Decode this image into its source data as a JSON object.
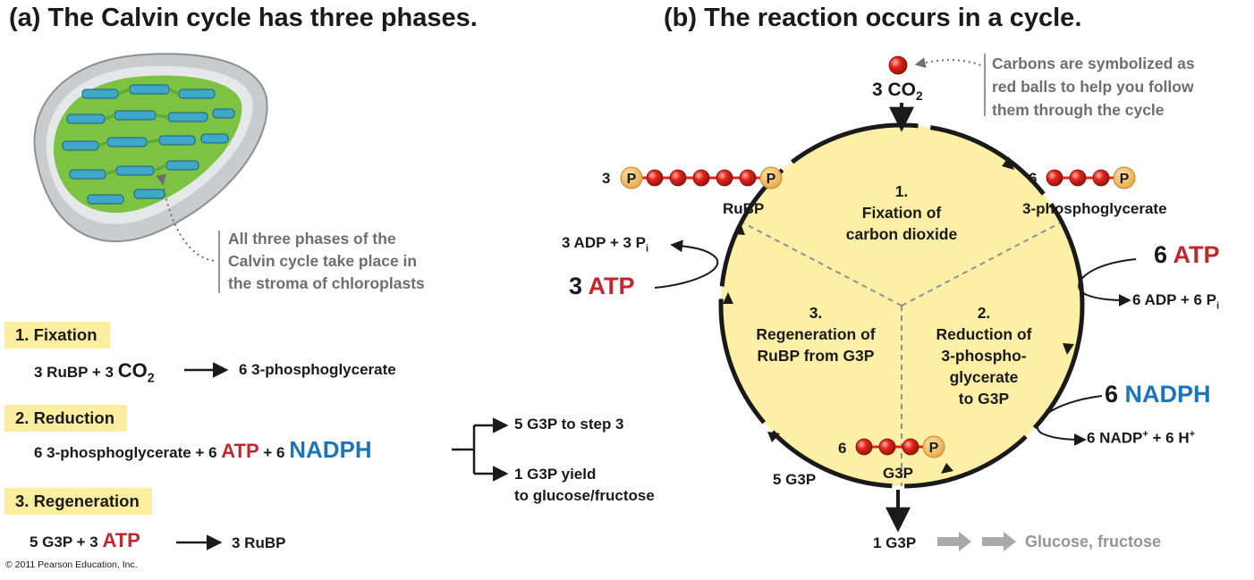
{
  "panel_a": {
    "title": "(a) The Calvin cycle has three phases.",
    "note_lines": [
      "All three phases of the",
      "Calvin cycle take place in",
      "the stroma of chloroplasts"
    ],
    "steps": [
      {
        "header": "1.  Fixation",
        "eq_left": "3 RuBP + 3 ",
        "eq_co2": "CO",
        "eq_sub": "2",
        "eq_right": "6 3-phosphoglycerate"
      },
      {
        "header": "2.  Reduction",
        "eq_left": "6 3-phosphoglycerate + 6 ",
        "eq_atp": "ATP",
        "eq_plus": " + 6 ",
        "eq_nadph": "NADPH",
        "branch_top": "5 G3P to step 3",
        "branch_bottom_1": "1 G3P yield",
        "branch_bottom_2": "to glucose/fructose"
      },
      {
        "header": "3.  Regeneration",
        "eq_left": "5 G3P + 3 ",
        "eq_atp": "ATP",
        "eq_right": "3 RuBP"
      }
    ],
    "copyright": "© 2011 Pearson Education, Inc."
  },
  "panel_b": {
    "title": "(b) The reaction occurs in a cycle.",
    "co2_label": "3 CO",
    "co2_sub": "2",
    "carbon_note": [
      "Carbons are symbolized as",
      "red balls to help you follow",
      "them through the cycle"
    ],
    "rubp": {
      "coef": "3",
      "label": "RuBP",
      "carbons": 5
    },
    "pga": {
      "coef": "6",
      "label": "3-phosphoglycerate",
      "carbons": 3
    },
    "g3p": {
      "coef": "6",
      "label": "G3P",
      "carbons": 3
    },
    "phosphate_symbol": "P",
    "phase1": [
      "1.",
      "Fixation of",
      "carbon dioxide"
    ],
    "phase2": [
      "2.",
      "Reduction of",
      "3-phospho-",
      "glycerate",
      "to G3P"
    ],
    "phase3": [
      "3.",
      "Regeneration of",
      "RuBP from G3P"
    ],
    "atp_in_right": {
      "coef": "6 ",
      "name": "ATP"
    },
    "atp_out_right": {
      "text": "6 ADP  +  6 P",
      "sub": "i"
    },
    "nadph_in": {
      "coef": "6 ",
      "name": "NADPH"
    },
    "nadph_out": {
      "text": "6 NADP",
      "sup": "+",
      "rest": " +  6 H",
      "sup2": "+"
    },
    "atp_in_left": {
      "coef": "3 ",
      "name": "ATP"
    },
    "atp_out_left": {
      "text": "3 ADP  +  3 P",
      "sub": "i"
    },
    "five_g3p": "5 G3P",
    "one_g3p": "1 G3P",
    "glucose": "Glucose, fructose"
  },
  "colors": {
    "carbon": "#e2231a",
    "phosphate": "#f4c36b",
    "cycle_fill": "#fdf0a6",
    "atp": "#c1272d",
    "nadph": "#1b75bb",
    "step_header": "#fbeea0"
  }
}
